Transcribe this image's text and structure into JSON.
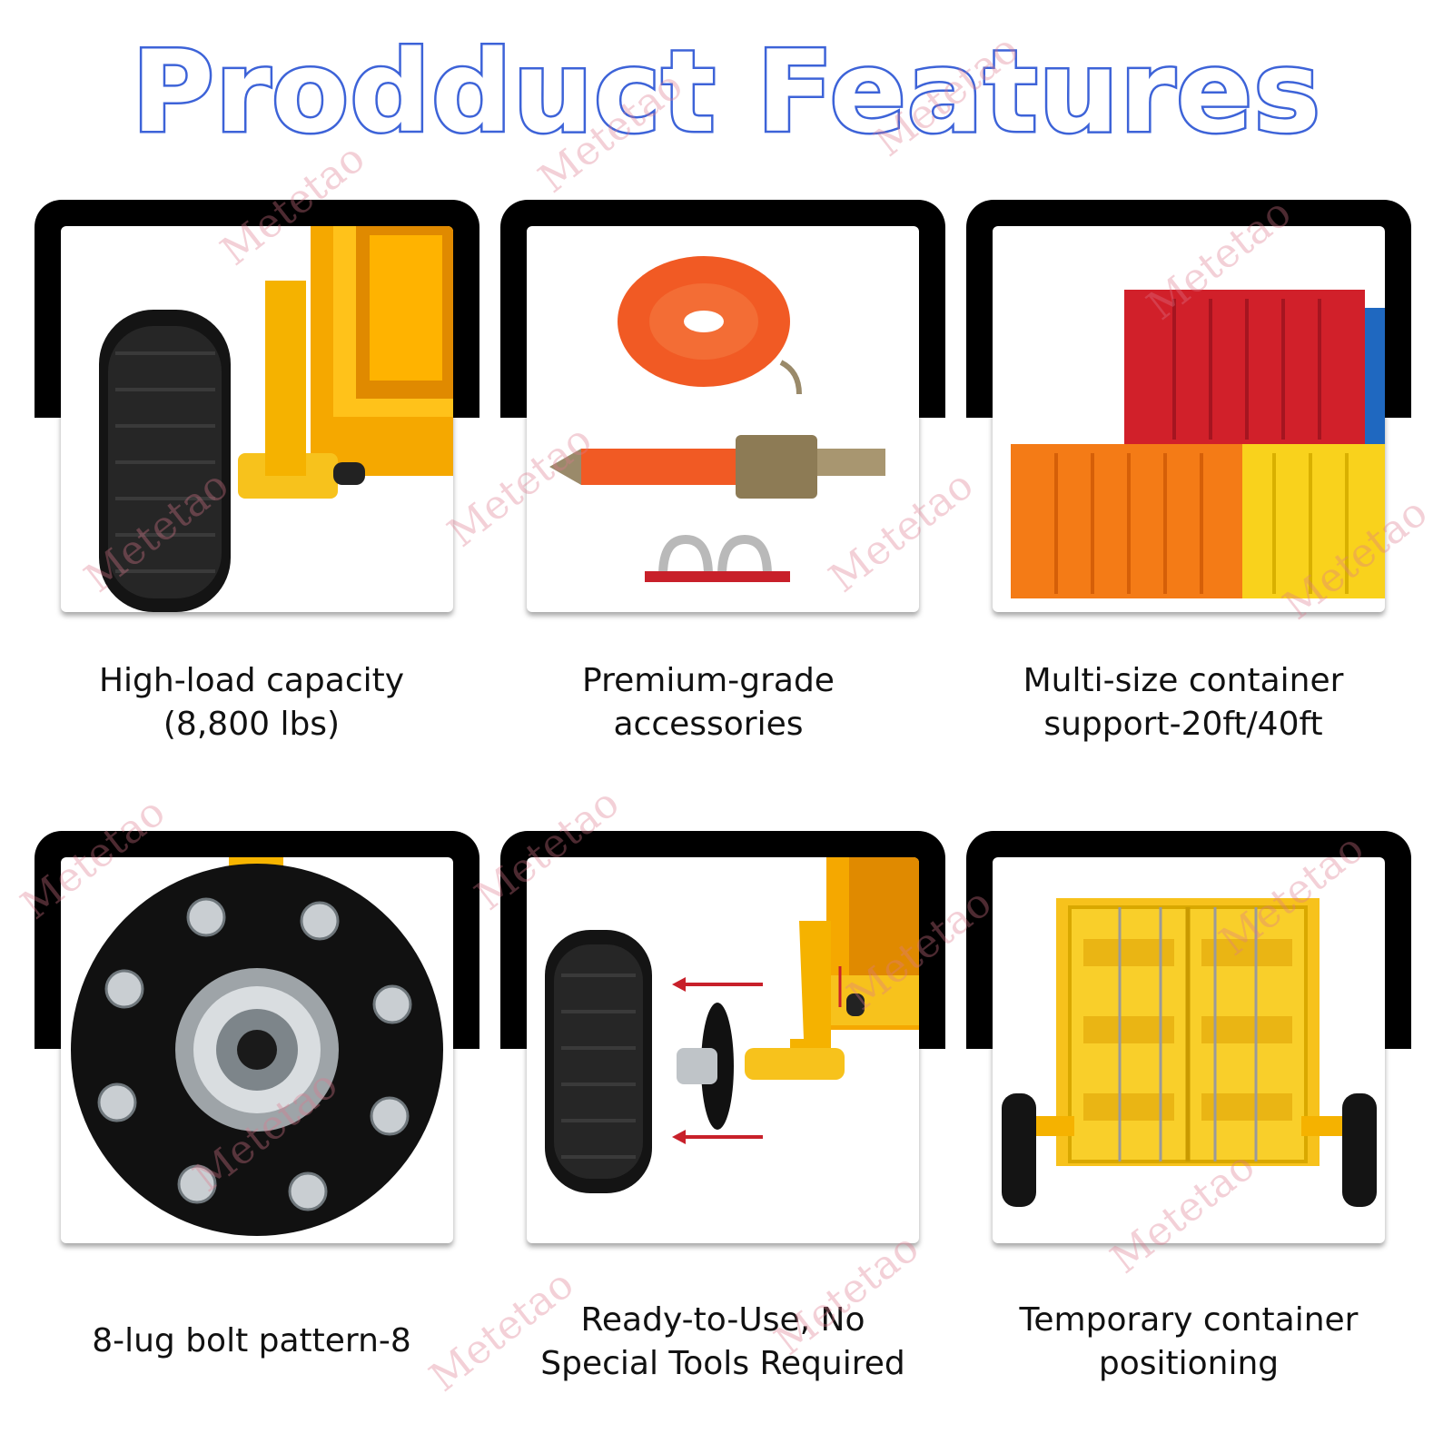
{
  "title": "Prodduct Features",
  "watermark": "Metetao",
  "features": [
    {
      "caption_line1": "High-load capacity",
      "caption_line2": "(8,800 lbs)",
      "icon": "trailer-wheel-frame-icon"
    },
    {
      "caption_line1": "Premium-grade",
      "caption_line2": "accessories",
      "icon": "ratchet-strap-shackles-icon"
    },
    {
      "caption_line1": "Multi-size container",
      "caption_line2": "support-20ft/40ft",
      "icon": "shipping-containers-icon"
    },
    {
      "caption_line1": "8-lug bolt pattern-8",
      "caption_line2": "",
      "icon": "wheel-hub-icon"
    },
    {
      "caption_line1": "Ready-to-Use, No",
      "caption_line2": "Special Tools Required",
      "icon": "hub-assembly-icon"
    },
    {
      "caption_line1": "Temporary container",
      "caption_line2": "positioning",
      "icon": "container-on-wheels-icon"
    }
  ],
  "colors": {
    "title_outline": "#3d63d8",
    "frame": "#000000",
    "accent_yellow": "#f7b500"
  }
}
